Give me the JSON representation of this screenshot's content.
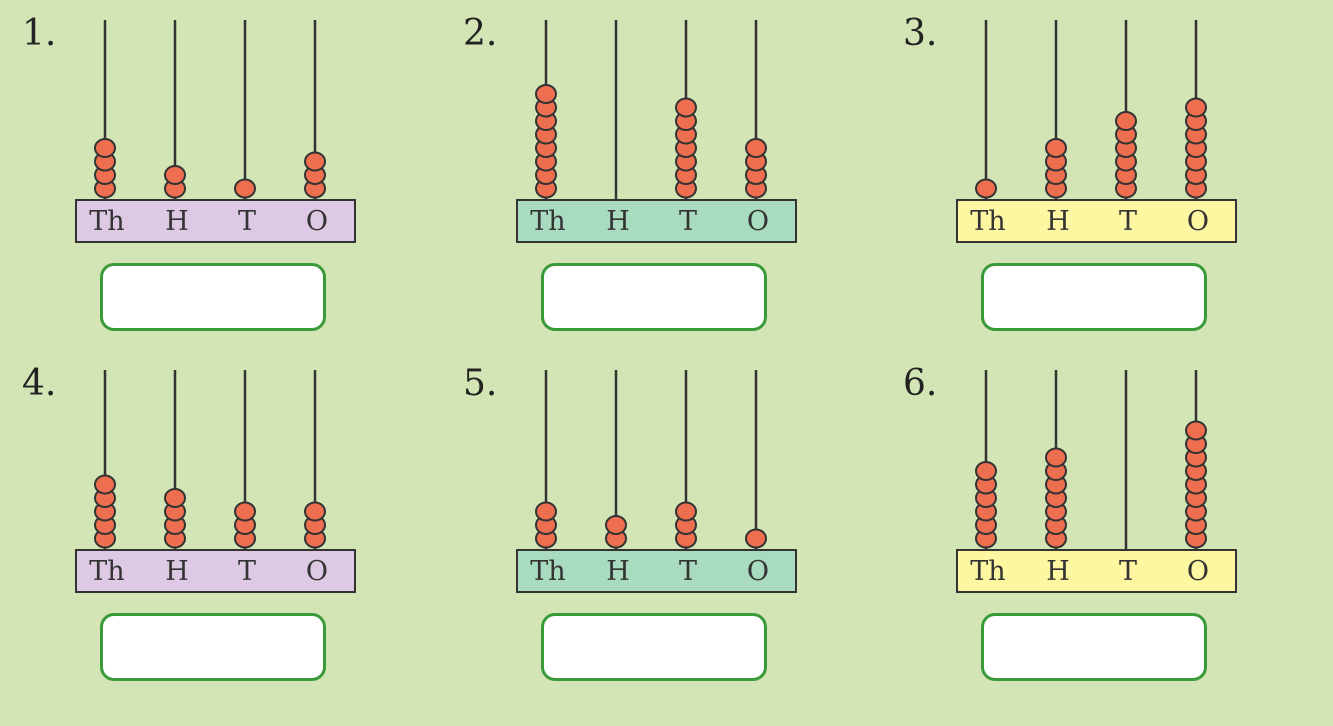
{
  "colors": {
    "background": "#d3e5b5",
    "bead_fill": "#ee6f50",
    "bead_stroke": "#333333",
    "answer_border": "#3a9a3a",
    "base_purple": "#ddc9e3",
    "base_green": "#a8dbc0",
    "base_yellow": "#fdf7a2"
  },
  "place_labels": [
    "Th",
    "H",
    "T",
    "O"
  ],
  "problems": [
    {
      "number": "1.",
      "base_color": "base_purple",
      "beads": [
        4,
        2,
        1,
        3
      ]
    },
    {
      "number": "2.",
      "base_color": "base_green",
      "beads": [
        8,
        0,
        7,
        4
      ]
    },
    {
      "number": "3.",
      "base_color": "base_yellow",
      "beads": [
        1,
        4,
        6,
        7
      ]
    },
    {
      "number": "4.",
      "base_color": "base_purple",
      "beads": [
        5,
        4,
        3,
        3
      ]
    },
    {
      "number": "5.",
      "base_color": "base_green",
      "beads": [
        3,
        2,
        3,
        1
      ]
    },
    {
      "number": "6.",
      "base_color": "base_yellow",
      "beads": [
        6,
        7,
        0,
        9
      ]
    }
  ]
}
